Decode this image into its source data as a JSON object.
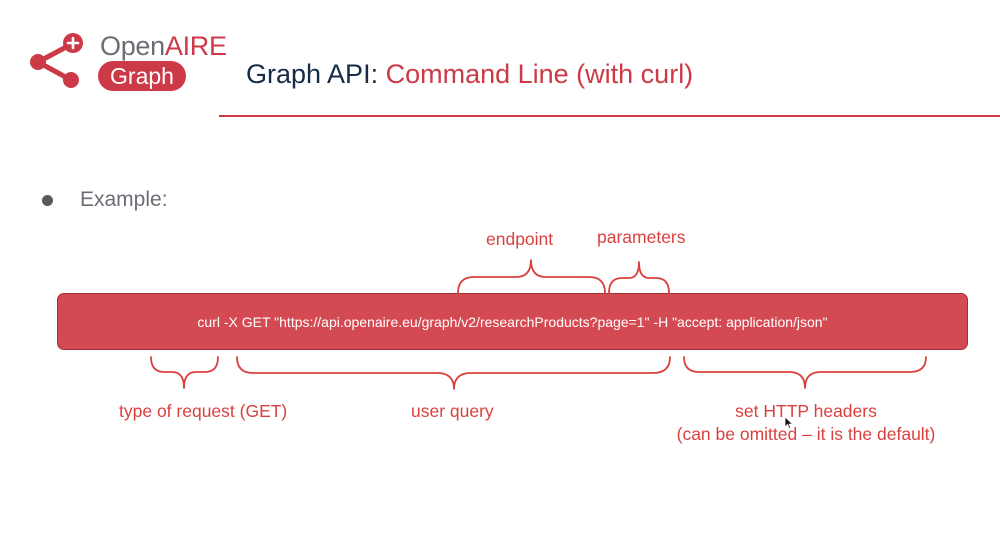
{
  "logo": {
    "open_text": "Open",
    "aire_text": "AIRE",
    "graph_text": "Graph",
    "brand_color": "#cc3a47"
  },
  "title": {
    "prefix": "Graph API: ",
    "accent": "Command Line (with curl)"
  },
  "bullet": {
    "text": "Example:"
  },
  "command": {
    "text": "curl -X GET \"https://api.openaire.eu/graph/v2/researchProducts?page=1\" -H \"accept: application/json\""
  },
  "annotations": {
    "endpoint": "endpoint",
    "parameters": "parameters",
    "request_type": "type of request (GET)",
    "user_query": "user query",
    "headers_line1": "set HTTP headers",
    "headers_line2": "(can be omitted – it is the default)"
  }
}
